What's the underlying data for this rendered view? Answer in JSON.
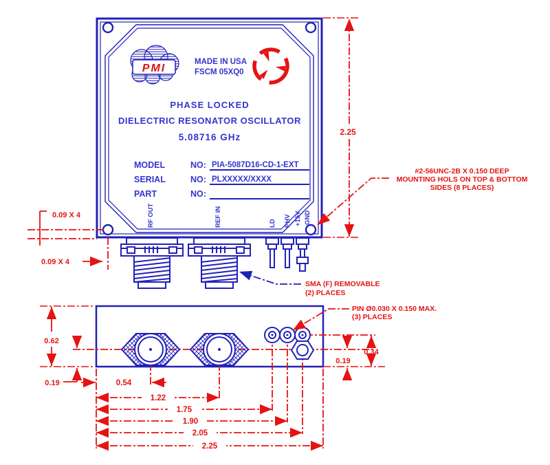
{
  "colors": {
    "line_blue": "#2121b8",
    "text_blue": "#3434cf",
    "red": "#e51313",
    "logo_red": "#d81414",
    "background": "#ffffff"
  },
  "label_plate": {
    "logo_text": "PMI",
    "made_in": "MADE IN USA",
    "fscm": "FSCM 05XQ0",
    "title_line1": "PHASE LOCKED",
    "title_line2": "DIELECTRIC RESONATOR OSCILLATOR",
    "frequency": "5.08716 GHz",
    "model_label": "MODEL",
    "model_no_label": "NO:",
    "model_value": "PIA-5087D16-CD-1-EXT",
    "serial_label": "SERIAL",
    "serial_no_label": "NO:",
    "serial_value": "PLXXXXX/XXXX",
    "part_label": "PART",
    "part_no_label": "NO:",
    "part_value": ""
  },
  "connector_labels": {
    "rf_out": "RF OUT",
    "ref_in": "REF IN",
    "ld": "LD",
    "phv": "PHV",
    "p15v": "+15V",
    "gnd": "GND"
  },
  "callouts": {
    "mounting_line1": "#2-56UNC-2B X 0.150 DEEP",
    "mounting_line2": "MOUNTING HOLS ON TOP & BOTTOM",
    "mounting_line3": "SIDES (8 PLACES)",
    "sma_line1": "SMA (F) REMOVABLE",
    "sma_line2": "(2) PLACES",
    "pin_line1": "PIN Ø0.030 X 0.150 MAX.",
    "pin_line2": "(3) PLACES"
  },
  "dimensions": {
    "case_height": "2.25",
    "hole_offset_vertical": "0.09 X 4",
    "hole_offset_horizontal": "0.09 X 4",
    "side_height": "0.62",
    "side_centerline_offset": "0.19",
    "pin_row_height": "0.34",
    "stud_centerline_height": "0.19",
    "chain_1": "0.54",
    "chain_2": "1.22",
    "chain_3": "1.75",
    "chain_4": "1.90",
    "chain_5": "2.05",
    "chain_6": "2.25"
  }
}
